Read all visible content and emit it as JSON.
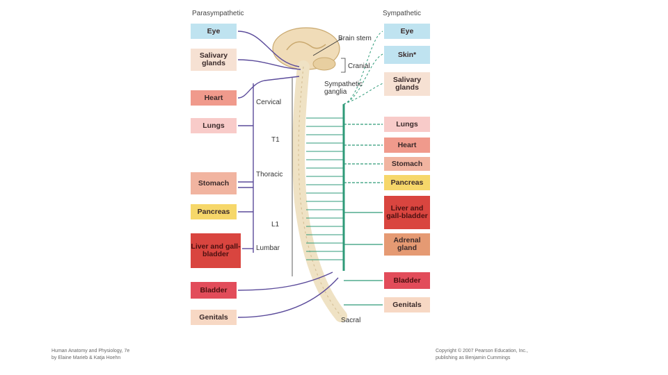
{
  "headers": {
    "left": "Parasympathetic",
    "right": "Sympathetic"
  },
  "left_organs": [
    {
      "label": "Eye",
      "color": "#bfe3f0"
    },
    {
      "label": "Salivary glands",
      "color": "#f6e1d3"
    },
    {
      "label": "Heart",
      "color": "#f09a8c"
    },
    {
      "label": "Lungs",
      "color": "#f8cbc9"
    },
    {
      "label": "Stomach",
      "color": "#f1b4a0"
    },
    {
      "label": "Pancreas",
      "color": "#f6d76a"
    },
    {
      "label": "Liver and gall-bladder",
      "color": "#d9453f"
    },
    {
      "label": "Bladder",
      "color": "#e24c5a"
    },
    {
      "label": "Genitals",
      "color": "#f7d8c4"
    }
  ],
  "right_organs": [
    {
      "label": "Eye",
      "color": "#bfe3f0"
    },
    {
      "label": "Skin*",
      "color": "#bfe3f0"
    },
    {
      "label": "Salivary glands",
      "color": "#f6e1d3"
    },
    {
      "label": "Lungs",
      "color": "#f8cbc9"
    },
    {
      "label": "Heart",
      "color": "#f09a8c"
    },
    {
      "label": "Stomach",
      "color": "#f1b4a0"
    },
    {
      "label": "Pancreas",
      "color": "#f6d76a"
    },
    {
      "label": "Liver and gall-bladder",
      "color": "#d9453f"
    },
    {
      "label": "Adrenal gland",
      "color": "#e59a73"
    },
    {
      "label": "Bladder",
      "color": "#e24c5a"
    },
    {
      "label": "Genitals",
      "color": "#f7d8c4"
    }
  ],
  "labels": {
    "brain_stem": "Brain stem",
    "cranial": "Cranial",
    "sympathetic_ganglia": "Sympathetic ganglia",
    "cervical": "Cervical",
    "t1": "T1",
    "thoracic": "Thoracic",
    "l1": "L1",
    "lumbar": "Lumbar",
    "sacral": "Sacral"
  },
  "credits": {
    "left": [
      "Human Anatomy and Physiology, 7e",
      "by Elaine Marieb & Katja Hoehn"
    ],
    "right": [
      "Copyright © 2007 Pearson Education, Inc.,",
      "publishing as Benjamin Cummings"
    ]
  },
  "colors": {
    "parasympathetic": "#5a4a9a",
    "sympathetic": "#2e9a78",
    "spine": "#efe2c4"
  }
}
